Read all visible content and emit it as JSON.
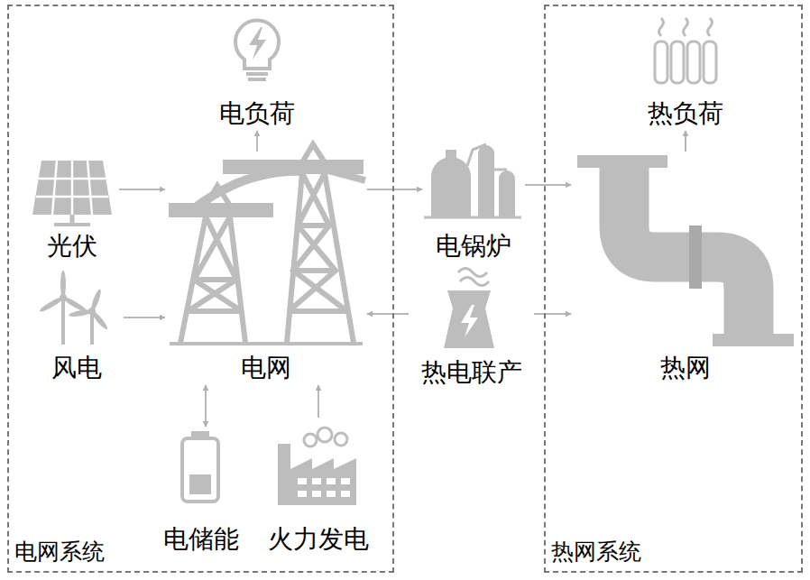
{
  "diagram": {
    "nodes": [
      {
        "text": [
          "电网系统"
        ]
      },
      {
        "text": [
          "电负荷"
        ],
        "in": 0
      },
      {
        "text": [
          "光伏"
        ],
        "in": 0
      },
      {
        "text": [
          "电网"
        ],
        "in": 0
      },
      {
        "text": [
          "风电"
        ],
        "in": 0
      },
      {
        "text": [
          "电储能"
        ],
        "in": 0
      },
      {
        "text": [
          "火力发电"
        ],
        "in": 0
      },
      {
        "text": [
          "电锅炉"
        ]
      },
      {
        "text": [
          "热电联产"
        ]
      },
      {
        "text": [
          "热网系统"
        ]
      },
      {
        "text": [
          "热负荷"
        ],
        "in": 9
      },
      {
        "text": [
          "热网"
        ],
        "in": 9
      }
    ],
    "edges": [
      {
        "from": 2,
        "to": 3,
        "arrow": "to"
      },
      {
        "from": 4,
        "to": 3,
        "arrow": "to"
      },
      {
        "from": 3,
        "to": 1,
        "arrow": "to"
      },
      {
        "from": 5,
        "to": 3,
        "arrow": "both"
      },
      {
        "from": 6,
        "to": 3,
        "arrow": "to"
      },
      {
        "from": 3,
        "to": 7,
        "arrow": "to"
      },
      {
        "from": 8,
        "to": 3,
        "arrow": "to"
      },
      {
        "from": 7,
        "to": 11,
        "arrow": "to"
      },
      {
        "from": 8,
        "to": 11,
        "arrow": "to"
      },
      {
        "from": 11,
        "to": 10,
        "arrow": "to"
      }
    ]
  }
}
